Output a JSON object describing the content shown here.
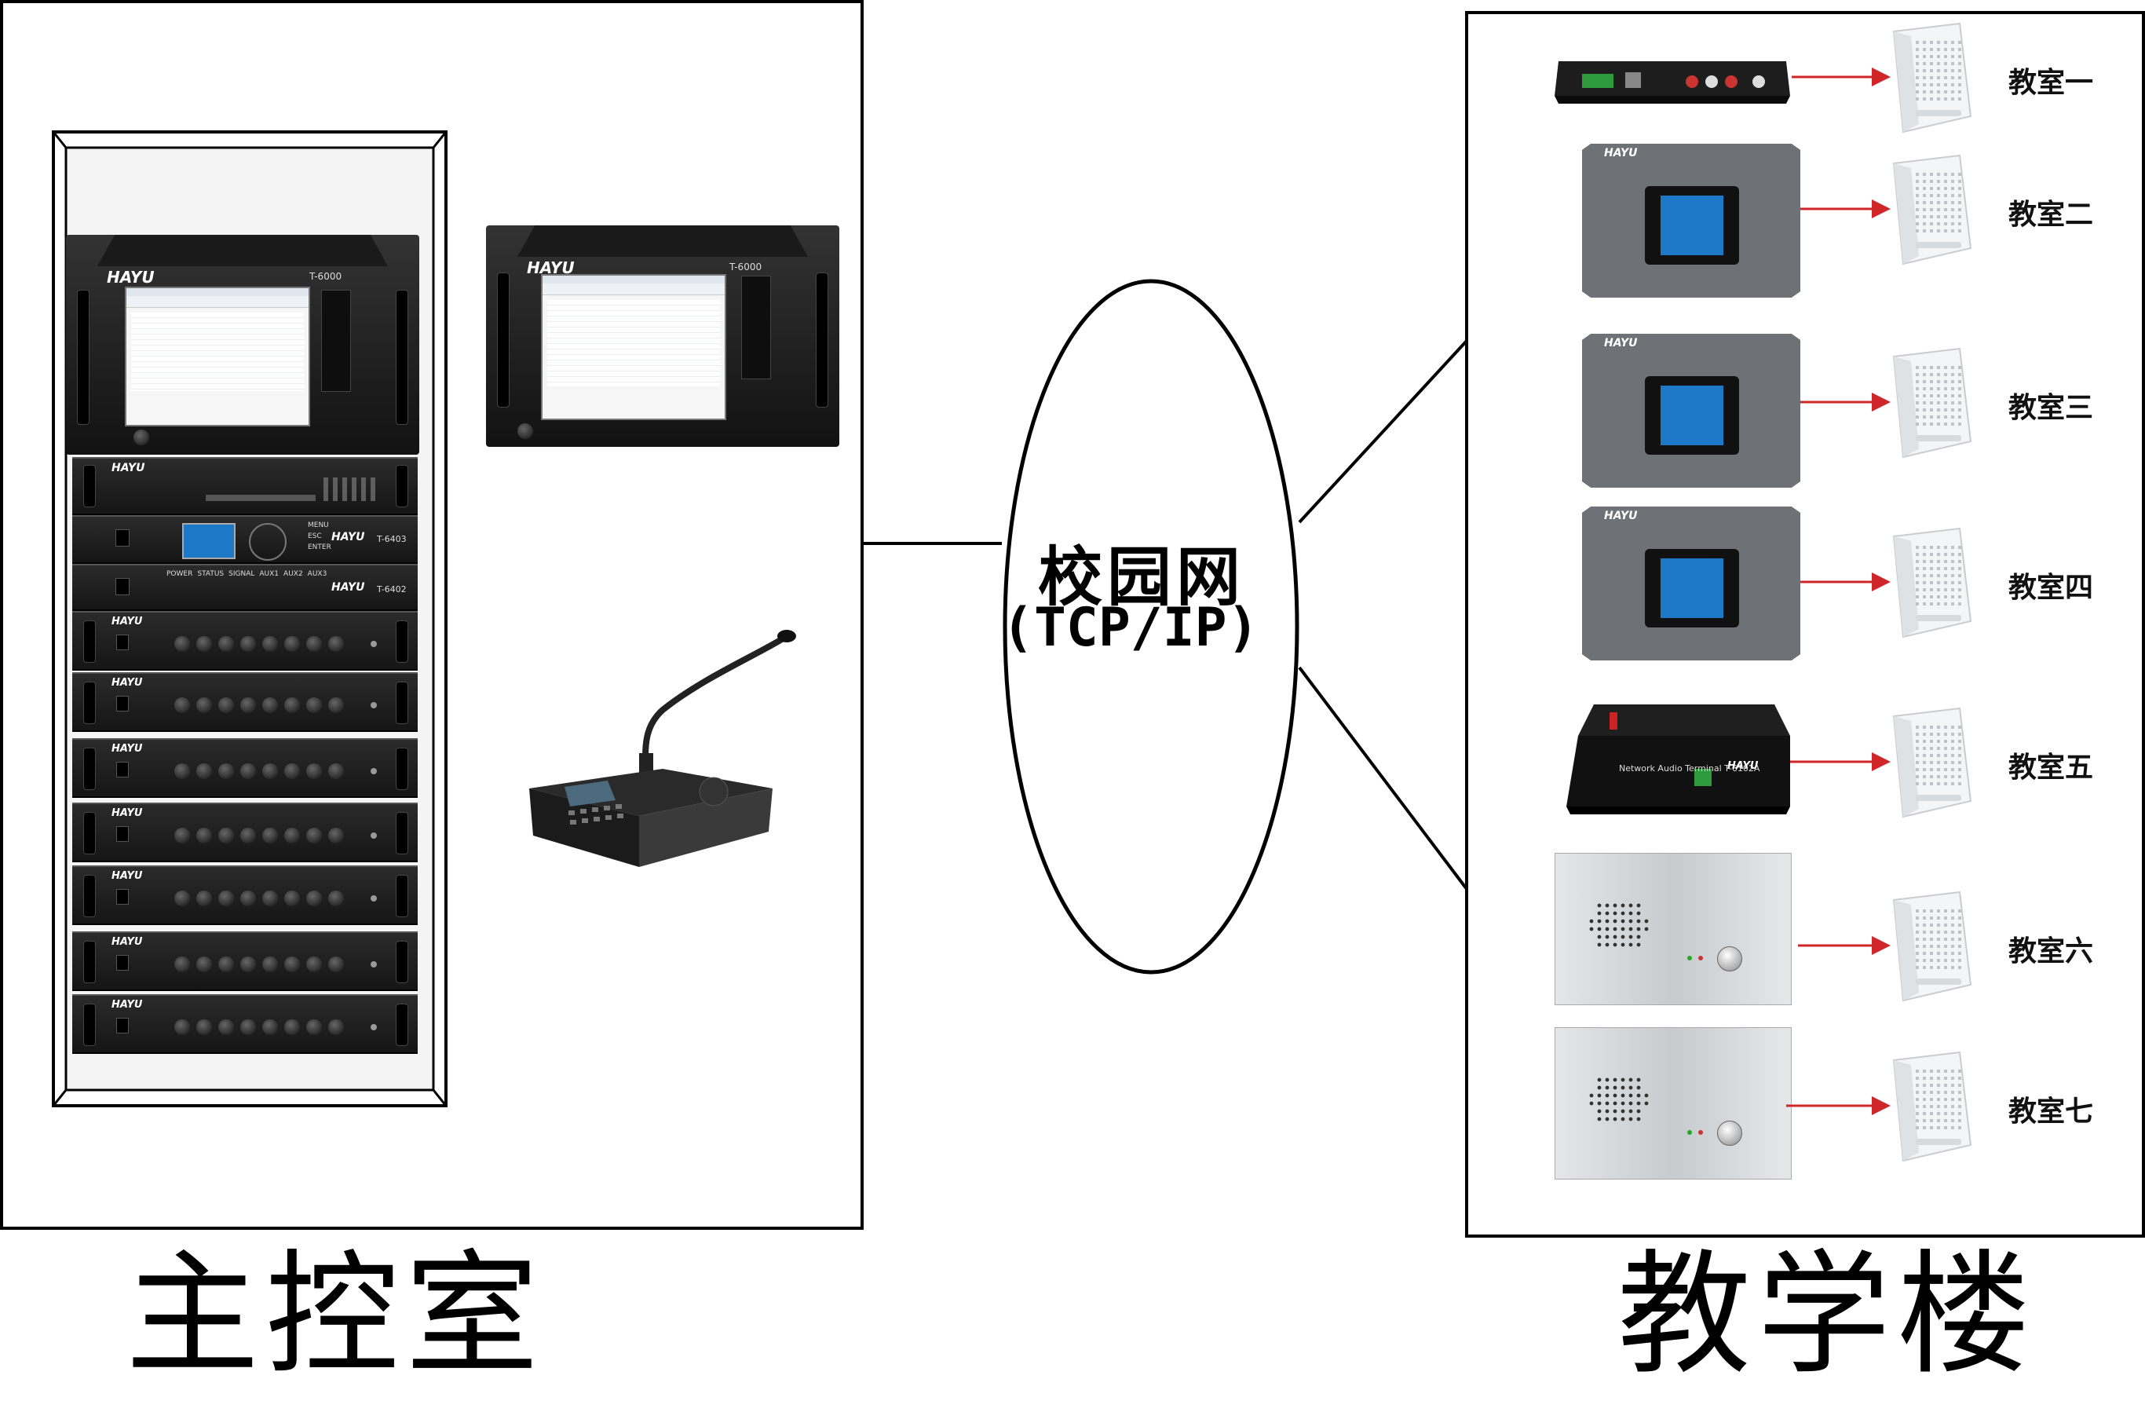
{
  "labels": {
    "main_control_room": "主控室",
    "teaching_building": "教学楼",
    "network_name": "校园网",
    "network_protocol": "(TCP/IP)"
  },
  "devices": {
    "brand": "HAYU",
    "server_model": "T-6000",
    "rack_model_a": "T-6403",
    "rack_model_b": "T-6402",
    "net_terminal_text": "Network  Audio  Terminal  T-6102A",
    "panel_front_labels": [
      "POWER",
      "STATUS",
      "SIGNAL",
      "AUX1",
      "AUX2",
      "AUX3"
    ],
    "keypad_labels": [
      "MENU",
      "ESC",
      "ENTER"
    ]
  },
  "classrooms": [
    {
      "label": "教室一"
    },
    {
      "label": "教室二"
    },
    {
      "label": "教室三"
    },
    {
      "label": "教室四"
    },
    {
      "label": "教室五"
    },
    {
      "label": "教室六"
    },
    {
      "label": "教室七"
    }
  ],
  "colors": {
    "arrow": "#d0262a",
    "screen_blue": "#1e78c8",
    "panel_grey": "#6e7276",
    "steel": "#cfd3d6"
  }
}
